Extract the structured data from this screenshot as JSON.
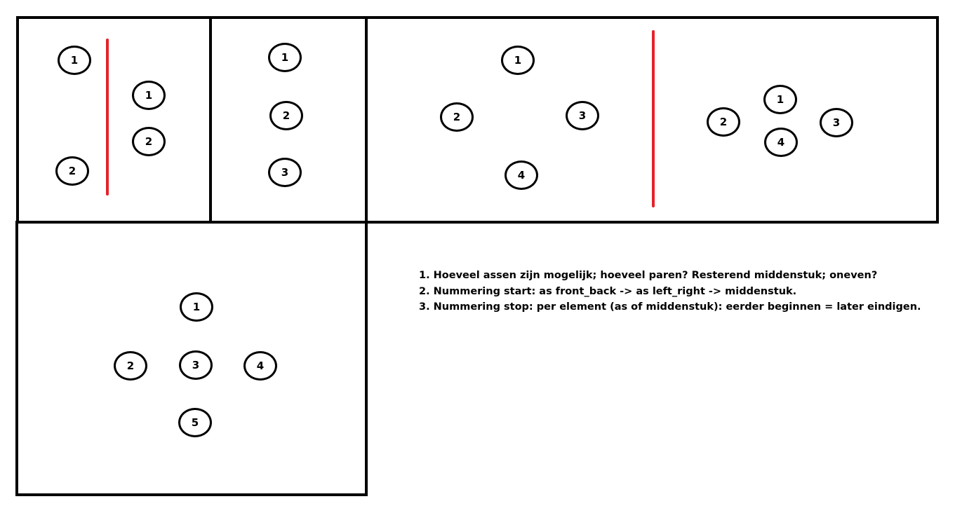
{
  "panels": [
    {
      "id": "panel-1",
      "nodes": [
        "1",
        "2",
        "1",
        "2"
      ],
      "axes": 1
    },
    {
      "id": "panel-2",
      "nodes": [
        "1",
        "2",
        "3"
      ],
      "axes": 0
    },
    {
      "id": "panel-3",
      "nodes": [
        "1",
        "2",
        "3",
        "4",
        "1",
        "2",
        "3",
        "4"
      ],
      "axes": 1
    },
    {
      "id": "panel-4",
      "nodes": [
        "1",
        "2",
        "3",
        "4",
        "5"
      ],
      "axes": 0
    }
  ],
  "notes": [
    "1. Hoeveel assen zijn mogelijk; hoeveel paren? Resterend middenstuk; oneven?",
    "2. Nummering start: as front_back -> as left_right -> middenstuk.",
    "3. Nummering stop: per element (as of middenstuk): eerder beginnen = later eindigen."
  ],
  "colors": {
    "border": "#000000",
    "axis": "#e3242b",
    "background": "#ffffff"
  }
}
